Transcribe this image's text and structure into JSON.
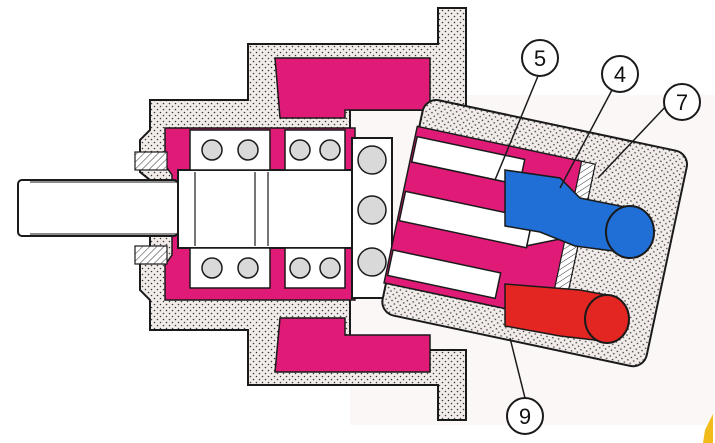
{
  "diagram": {
    "callouts": [
      {
        "id": "5",
        "label": "5"
      },
      {
        "id": "4",
        "label": "4"
      },
      {
        "id": "7",
        "label": "7"
      },
      {
        "id": "9",
        "label": "9"
      }
    ]
  },
  "colors": {
    "housing_fill": "#f1ece9",
    "housing_dots": "#3a3a3a",
    "outline": "#1a1a1a",
    "oil_magenta": "#df1b77",
    "blue_port": "#1f6fd6",
    "red_port": "#e42622",
    "bearing_gray": "#d9d9d9",
    "metal_white": "#ffffff",
    "pale_background": "#fbf7f7",
    "accent_yellow": "#f1bb1a"
  }
}
